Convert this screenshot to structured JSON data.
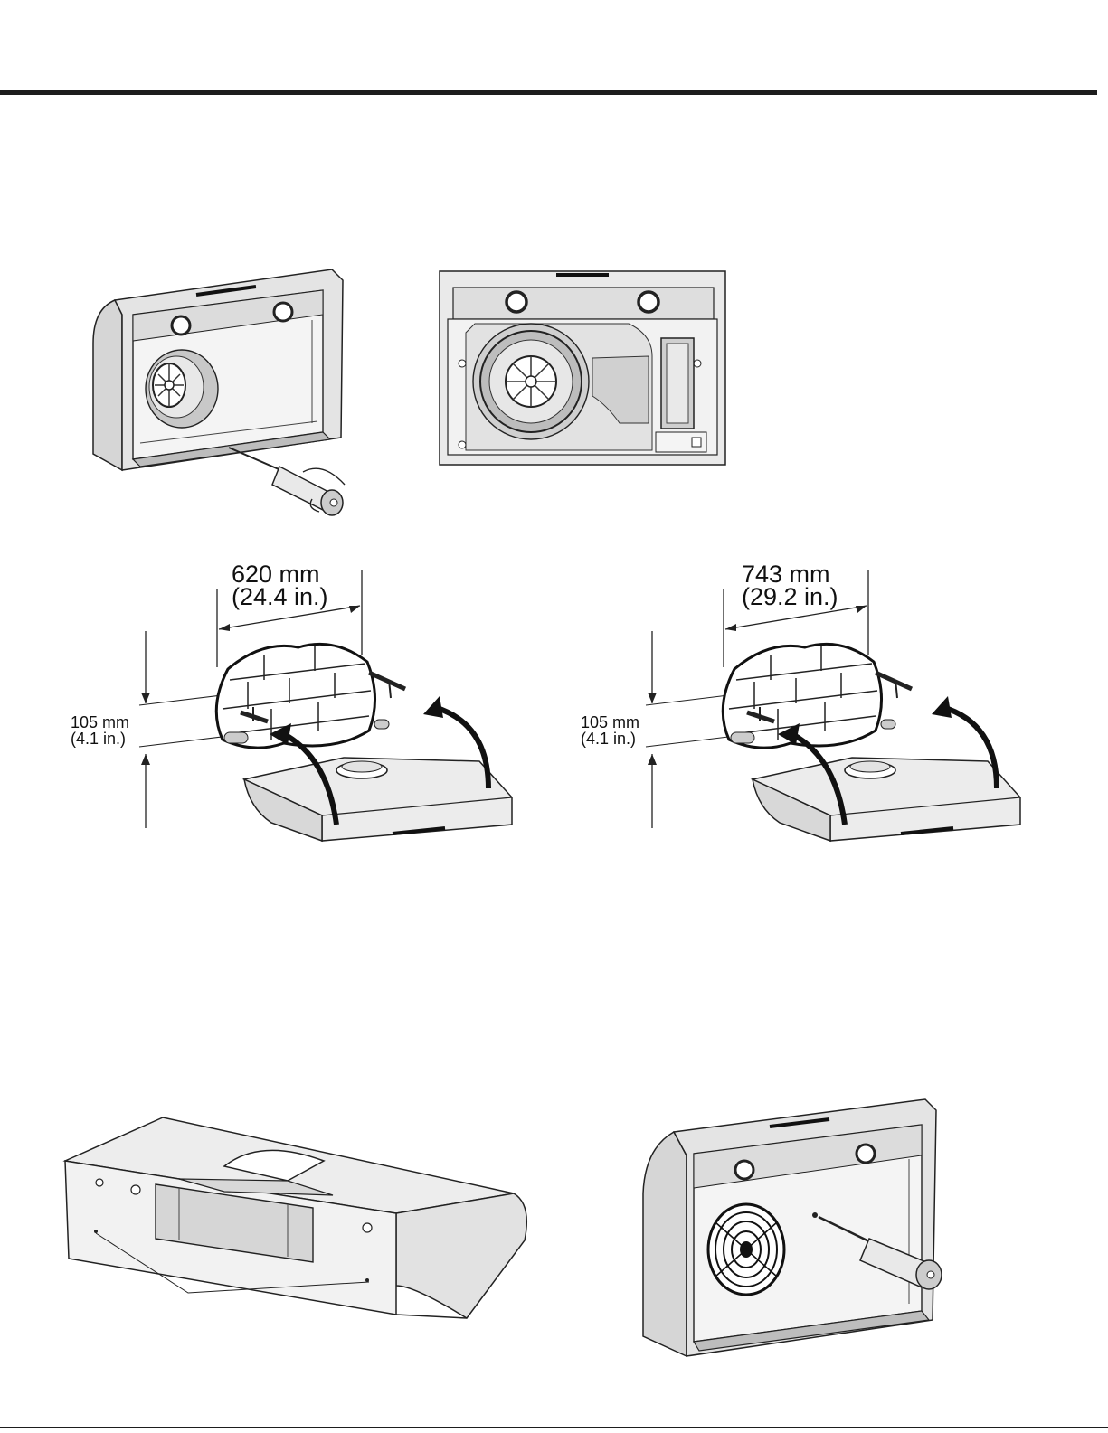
{
  "dimensions": {
    "left": {
      "width_mm": "620 mm",
      "width_in": "(24.4 in.)",
      "height_mm": "105 mm",
      "height_in": "(4.1 in.)"
    },
    "right": {
      "width_mm": "743 mm",
      "width_in": "(29.2 in.)",
      "height_mm": "105 mm",
      "height_in": "(4.1 in.)"
    }
  },
  "colors": {
    "rule": "#1d1d1d",
    "metal_light": "#efefef",
    "metal_mid": "#d4d4d4",
    "metal_dark": "#9a9a9a",
    "line": "#222222"
  },
  "icons": [
    "screwdriver-icon",
    "blower-wheel-icon",
    "wall-bricks-icon",
    "curved-arrow-icon",
    "fan-guard-icon"
  ]
}
